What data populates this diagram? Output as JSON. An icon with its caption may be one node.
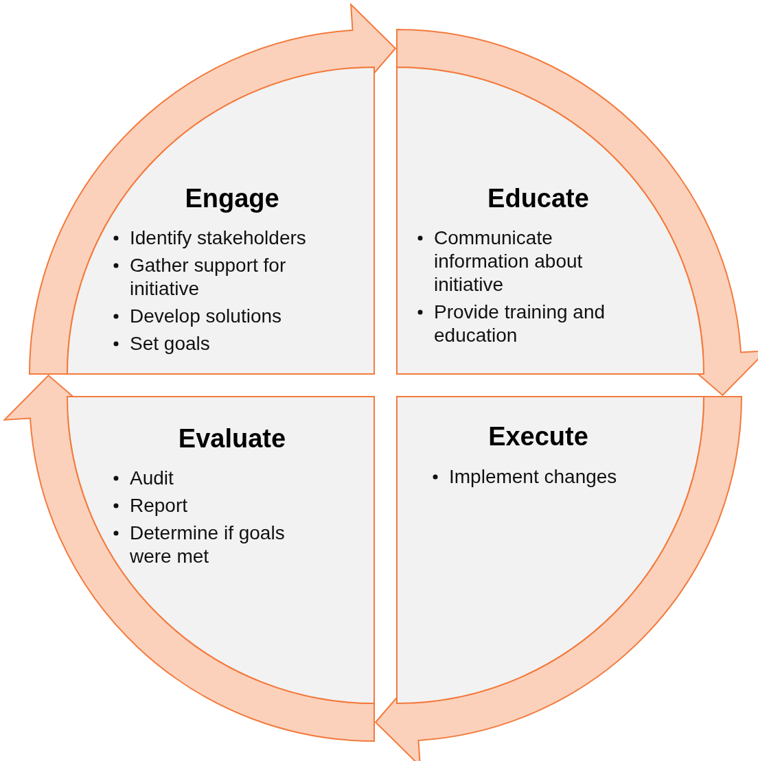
{
  "diagram": {
    "nodes": [
      {
        "text": [
          "Engage",
          "Identify stakeholders",
          "Gather support for initiative",
          "Develop solutions",
          "Set goals"
        ]
      },
      {
        "text": [
          "Educate",
          "Communicate information about initiative",
          "Provide training and education"
        ]
      },
      {
        "text": [
          "Execute",
          "Implement changes"
        ]
      },
      {
        "text": [
          "Evaluate",
          "Audit",
          "Report",
          "Determine if goals were met"
        ]
      }
    ],
    "edges": [
      {
        "from": 0,
        "to": 1,
        "arrow": "to"
      },
      {
        "from": 1,
        "to": 2,
        "arrow": "to"
      },
      {
        "from": 2,
        "to": 3,
        "arrow": "to"
      },
      {
        "from": 3,
        "to": 0,
        "arrow": "to"
      }
    ]
  }
}
